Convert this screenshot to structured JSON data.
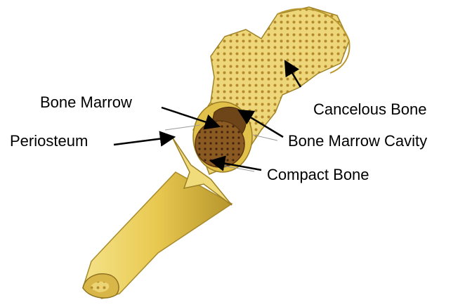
{
  "labels": {
    "bone_marrow": "Bone Marrow",
    "periosteum": "Periosteum",
    "cancelous_bone": "Cancelous Bone",
    "bone_marrow_cavity": "Bone Marrow Cavity",
    "compact_bone": "Compact Bone"
  },
  "colors": {
    "bone": "#e8c84f",
    "bone_highlight": "#f5e38a",
    "bone_shadow": "#b6952c",
    "spongy": "#eed77a",
    "spongy_dots": "#b48a2a",
    "marrow": "#8b5a22",
    "arrow": "#000000"
  }
}
